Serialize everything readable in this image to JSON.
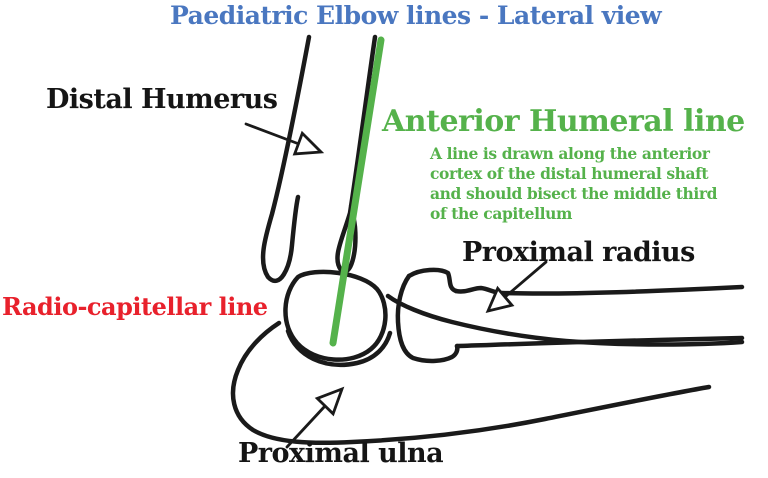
{
  "title": {
    "text": "Paediatric Elbow lines - Lateral view"
  },
  "labels": {
    "distal_humerus": "Distal Humerus",
    "anterior_humeral_line": "Anterior Humeral line",
    "proximal_radius": "Proximal radius",
    "radio_capitellar_line": "Radio-capitellar line",
    "proximal_ulna": "Proximal ulna"
  },
  "annotation": {
    "lines": [
      "A line is drawn along the anterior",
      "cortex of the distal humeral shaft",
      "and should bisect the middle third",
      "of the capitellum"
    ]
  },
  "colors": {
    "title_blue": "#4a77c0",
    "line_green": "#55b24b",
    "label_red": "#e8212c",
    "ink_black": "#1a1a1a"
  }
}
